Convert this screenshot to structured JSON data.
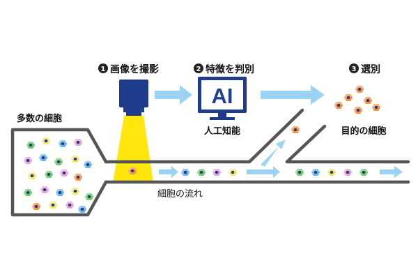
{
  "steps": [
    {
      "num": "1",
      "label": "画像を撮影"
    },
    {
      "num": "2",
      "label": "特徴を判別"
    },
    {
      "num": "3",
      "label": "選別"
    }
  ],
  "labels": {
    "many_cells": "多数の細胞",
    "ai_screen": "AI",
    "ai_caption": "人工知能",
    "target_cells": "目的の細胞",
    "cell_flow": "細胞の流れ"
  },
  "colors": {
    "channel": "#555555",
    "camera": "#1f3c8c",
    "beam": "#ffe600",
    "arrow": "#9cd2f2",
    "ai_frame": "#1f3c8c",
    "target_cell": "#ff7a1a",
    "cell_palette": [
      "#57c24a",
      "#4fa7e8",
      "#e890c8",
      "#f2e24a",
      "#ff7a1a",
      "#ffffff"
    ]
  },
  "icons": {
    "camera": "camera-icon",
    "monitor": "monitor-icon",
    "cell": "cell-icon"
  }
}
